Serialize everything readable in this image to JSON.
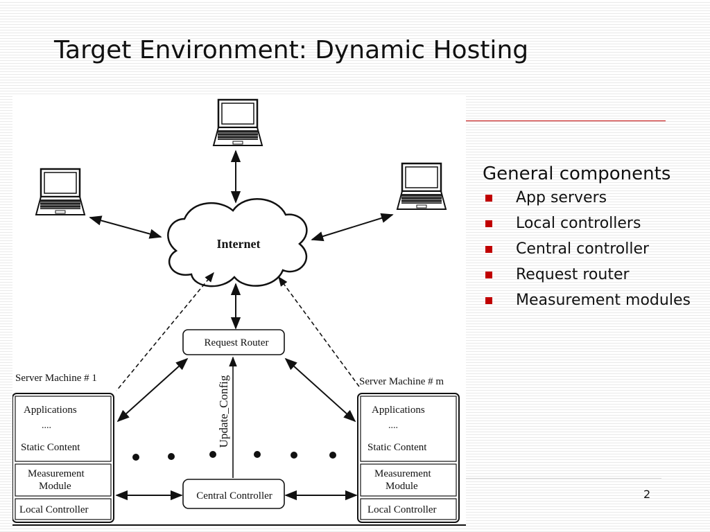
{
  "slide": {
    "title": "Target Environment: Dynamic Hosting",
    "page_number": "2",
    "accent_color": "#c00000"
  },
  "components": {
    "heading": "General components",
    "items": [
      "App servers",
      "Local controllers",
      "Central controller",
      "Request router",
      "Measurement modules"
    ]
  },
  "diagram": {
    "internet_label": "Internet",
    "request_router_label": "Request Router",
    "update_config_label": "Update_Config",
    "central_controller_label": "Central Controller",
    "server_left_label": "Server Machine # 1",
    "server_right_label": "Server Machine # m",
    "applications_label": "Applications",
    "ellipsis": "....",
    "static_content_label": "Static Content",
    "measurement_line1": "Measurement",
    "measurement_line2": "Module",
    "local_controller_label": "Local Controller"
  }
}
